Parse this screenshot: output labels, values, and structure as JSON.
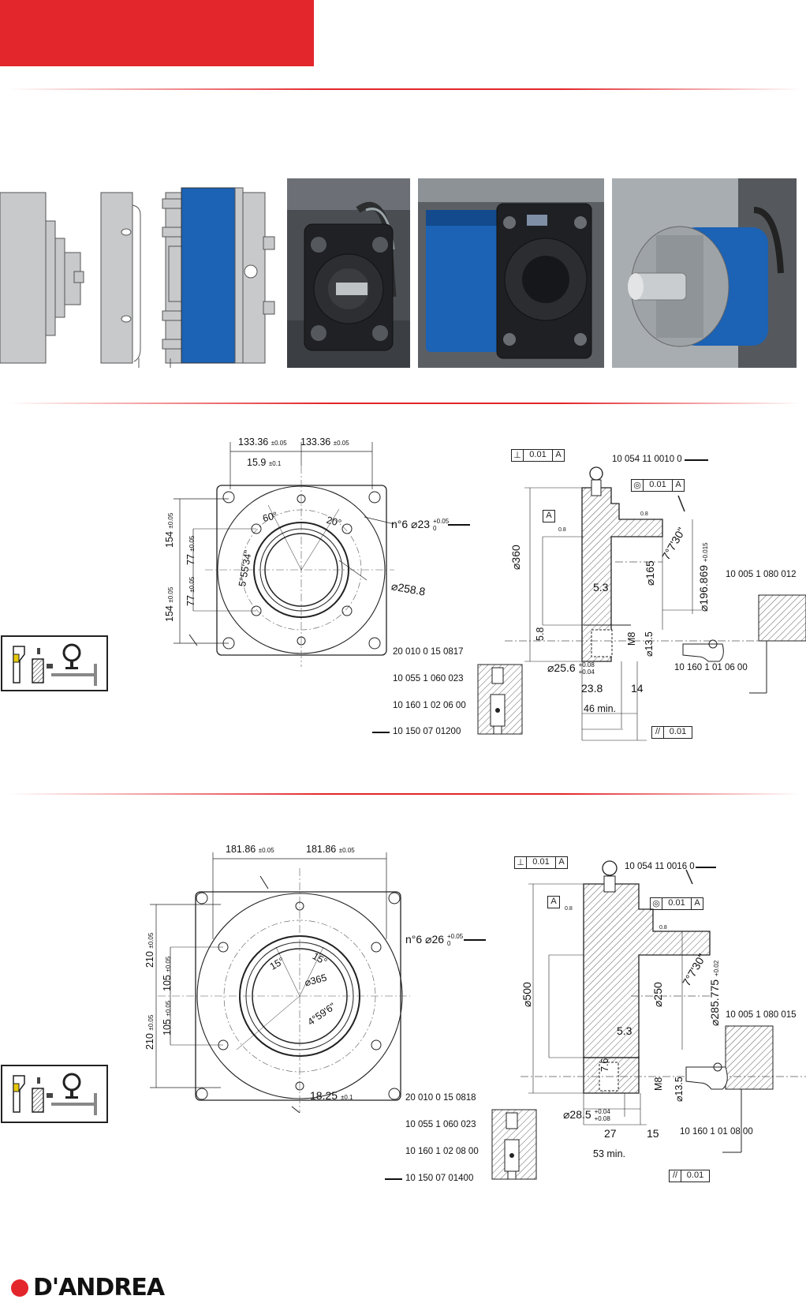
{
  "brand": {
    "name": "D'ANDREA",
    "accent": "#e3262b",
    "blue": "#1c62b5"
  },
  "photos": [
    "spindle-head-front",
    "spindle-head-blue-side",
    "spindle-head-faceplate"
  ],
  "drawing1": {
    "dims": {
      "half_width_a": "133.36",
      "half_width_b": "133.36",
      "tol_005": "±0.05",
      "offset": "15.9",
      "tol_01": "±0.1",
      "v154a": "154",
      "v154b": "154",
      "v77a": "77",
      "v77b": "77",
      "angle60": "60°",
      "angle20": "20°",
      "angle5": "5°55'34\"",
      "holes": "n°6  ⌀23",
      "holes_tol_up": "+0.05",
      "holes_tol_dn": "0",
      "pcd": "⌀258.8",
      "d360": "⌀360",
      "d165": "⌀165",
      "d196": "⌀196.869",
      "d196_tol_up": "+0.015",
      "d196_tol_dn": "0",
      "taper": "7°7'30\"",
      "v53": "5.3",
      "v58": "5.8",
      "m8": "M8",
      "d135": "⌀13.5",
      "d256": "⌀25.6",
      "d256_tol_up": "+0.08",
      "d256_tol_dn": "+0.04",
      "v238": "23.8",
      "v14": "14",
      "min46": "46 min.",
      "perp": "0.01",
      "datum": "A",
      "conc": "0.01",
      "par": "0.01",
      "rough": "0.8"
    },
    "codes": {
      "eyebolt": "10 054 11 0010 0",
      "screw_right": "10 005 1 080 012",
      "key": "10 160 1 01 06 00",
      "c1": "20 010 0 15 0817",
      "c2": "10 055 1 060 023",
      "c3": "10 160 1 02 06 00",
      "c4": "10 150 07 01200"
    }
  },
  "drawing2": {
    "dims": {
      "half_width_a": "181.86",
      "half_width_b": "181.86",
      "tol_005": "±0.05",
      "v210a": "210",
      "v210b": "210",
      "v105a": "105",
      "v105b": "105",
      "angle15a": "15°",
      "angle15b": "15°",
      "pcd": "⌀365",
      "angle4": "4°59'6\"",
      "holes": "n°6  ⌀26",
      "holes_tol_up": "+0.05",
      "holes_tol_dn": "0",
      "offset": "18.25",
      "tol_01": "±0.1",
      "d500": "⌀500",
      "d250": "⌀250",
      "d285": "⌀285.775",
      "d285_tol_up": "+0.02",
      "d285_tol_dn": "0",
      "taper": "7°7'30\"",
      "v53": "5.3",
      "v76": "7.6",
      "m8": "M8",
      "d135": "⌀13.5",
      "d285b": "⌀28.5",
      "d285b_tol_up": "+0.04",
      "d285b_tol_dn": "+0.08",
      "v27": "27",
      "v15": "15",
      "min53": "53 min.",
      "perp": "0.01",
      "datum": "A",
      "conc": "0.01",
      "par": "0.01",
      "rough": "0.8"
    },
    "codes": {
      "eyebolt": "10 054 11 0016 0",
      "screw_right": "10 005 1 080 015",
      "key": "10 160 1 01 08 00",
      "c1": "20 010 0 15 0818",
      "c2": "10 055 1 060 023",
      "c3": "10 160 1 02 08 00",
      "c4": "10 150 07 01400"
    }
  }
}
